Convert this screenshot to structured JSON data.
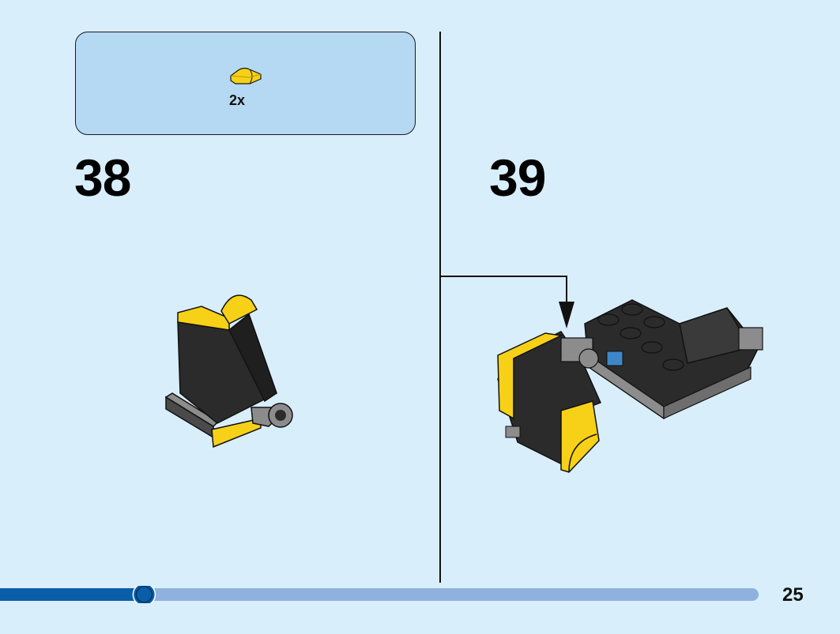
{
  "parts_callout": {
    "quantity": "2x",
    "part_icon": "yellow-curved-tile-icon",
    "part_color": "#f7d117"
  },
  "steps": [
    {
      "number": "38"
    },
    {
      "number": "39"
    }
  ],
  "progress": {
    "fraction": 0.19,
    "filled_color": "#0a5ea8",
    "track_color": "#8fb1dd"
  },
  "page_number": "25",
  "colors": {
    "background": "#d9eefb",
    "callout_box": "#b5d8f3",
    "brick_black": "#2b2b2b",
    "brick_yellow": "#f7d117",
    "brick_grey": "#8c8c8c"
  }
}
